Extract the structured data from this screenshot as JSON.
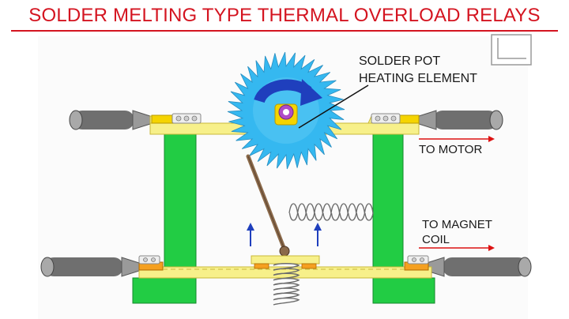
{
  "title": "SOLDER MELTING TYPE THERMAL OVERLOAD RELAYS",
  "labels": {
    "solder_line1": "SOLDER POT",
    "solder_line2": "HEATING ELEMENT",
    "to_motor": "TO MOTOR",
    "magnet_line1": "TO MAGNET",
    "magnet_line2": "COIL"
  },
  "colors": {
    "title": "#d41420",
    "frame": "#22cc44",
    "contact_bar": "#f7f08a",
    "ratchet": "#35b8f0",
    "arrow_blue": "#1f3fbd",
    "arrow_red": "#dd1111",
    "cable": "#707070",
    "pawl": "#8b6a4a",
    "spring": "#6b6b6b"
  },
  "icons": [
    "rotation-arrow-icon",
    "up-arrow-icon",
    "right-arrow-icon",
    "window-corner-icon"
  ]
}
